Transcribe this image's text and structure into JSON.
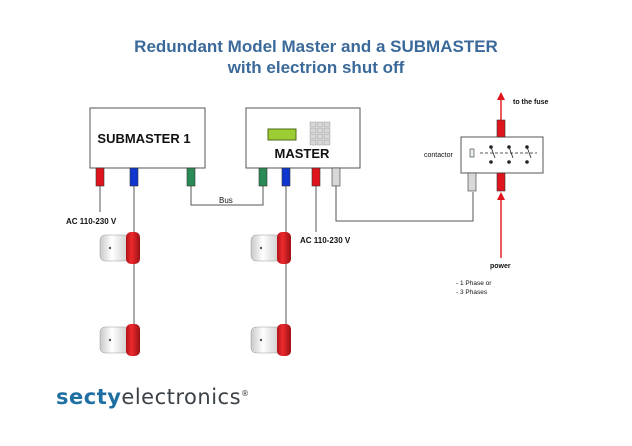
{
  "title": {
    "line1": "Redundant Model Master and a SUBMASTER",
    "line2": "with electrion shut off"
  },
  "submaster": {
    "label": "SUBMASTER 1"
  },
  "master": {
    "label": "MASTER"
  },
  "labels": {
    "bus": "Bus",
    "ac_left": "AC 110-230 V",
    "ac_right": "AC 110-230 V",
    "contactor": "contactor",
    "to_fuse": "to the fuse",
    "power": "power",
    "phase1": "- 1 Phase or",
    "phase2": "- 3 Phases"
  },
  "logo": {
    "part1": "secty",
    "part2": "electronics",
    "reg": "®"
  },
  "colors": {
    "title": "#3b6a9a",
    "red": "#e0141c",
    "blue": "#1136d0",
    "green": "#2a8a56",
    "grey": "#d8d8d8",
    "lcd": "#9ccd35",
    "logo_blue": "#1f6fa3"
  }
}
